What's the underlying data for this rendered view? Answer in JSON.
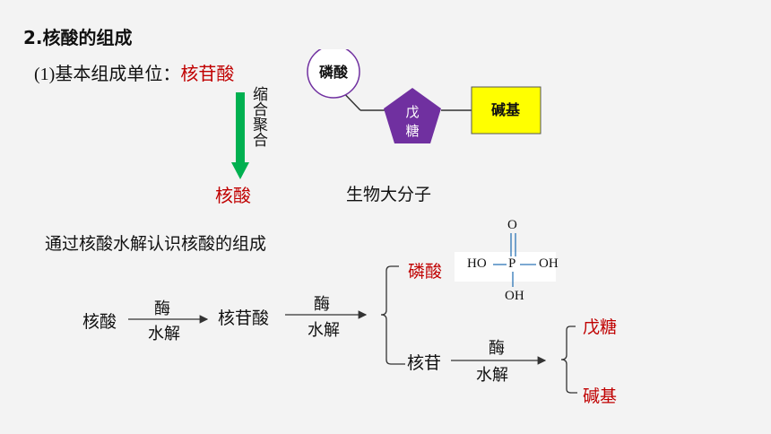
{
  "slide": {
    "title": "2.核酸的组成",
    "subtitle": {
      "number": "(1)",
      "label": "基本组成单位：",
      "highlight": "核苷酸"
    },
    "process_label": "缩合聚合",
    "product": "核酸",
    "molecule": {
      "phosphate": "磷酸",
      "sugar_line1": "戊",
      "sugar_line2": "糖",
      "base": "碱基"
    },
    "macromolecule_label": "生物大分子",
    "hydrolysis_intro": "通过核酸水解认识核酸的组成",
    "flow": {
      "start": "核酸",
      "enzyme1": "酶",
      "hydrolysis1": "水解",
      "intermediate": "核苷酸",
      "enzyme2": "酶",
      "hydrolysis2": "水解",
      "phosphate": "磷酸",
      "nucleoside": "核苷",
      "enzyme3": "酶",
      "hydrolysis3": "水解",
      "pentose": "戊糖",
      "base": "碱基"
    },
    "phosphate_formula": {
      "top_o": "O",
      "left": "HO",
      "center": "P",
      "right": "OH",
      "bottom": "OH"
    }
  },
  "colors": {
    "accent_red": "#c00000",
    "arrow_green": "#00b050",
    "sugar_purple": "#7030a0",
    "base_yellow": "#ffff00",
    "formula_blue": "#2e75b6"
  },
  "icons": [
    "down-arrow-icon",
    "right-arrow-icon",
    "bracket-icon",
    "pentagon-shape",
    "circle-shape"
  ]
}
